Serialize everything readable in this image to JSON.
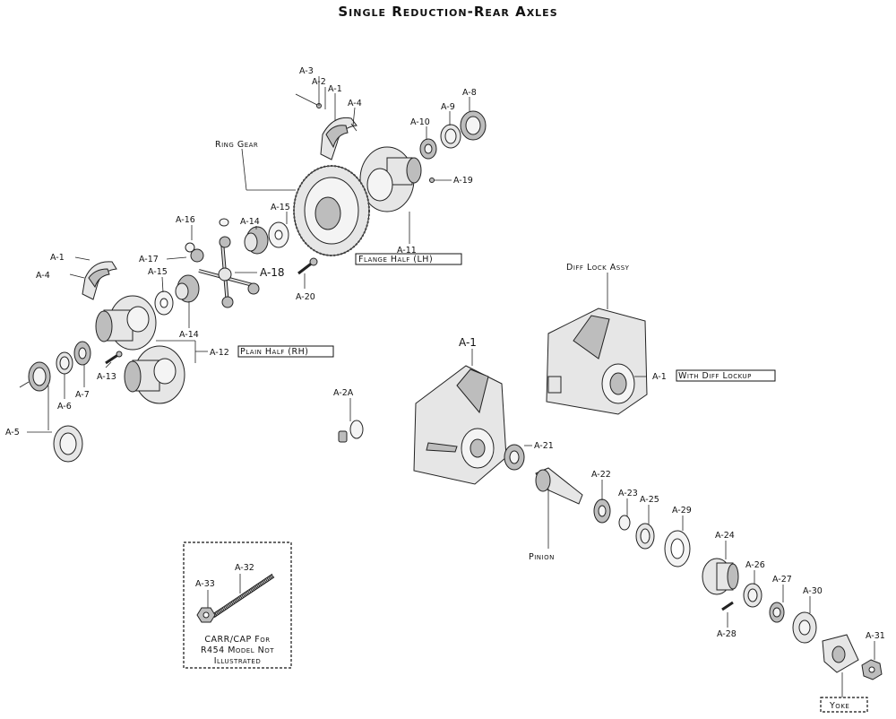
{
  "title": "Single Reduction-Rear Axles",
  "labels": {
    "a3": "A-3",
    "a2": "A-2",
    "a1_top": "A-1",
    "a4_top": "A-4",
    "a8": "A-8",
    "a9": "A-9",
    "a10": "A-10",
    "a19": "A-19",
    "ring_gear": "Ring Gear",
    "a16": "A-16",
    "a14_upper": "A-14",
    "a15_upper": "A-15",
    "a17": "A-17",
    "a18": "A-18",
    "a15_lower": "A-15",
    "a11": "A-11",
    "flange_half": "Flange Half (LH)",
    "a20": "A-20",
    "a1_left": "A-1",
    "a4_left": "A-4",
    "a14_lower": "A-14",
    "a12": "A-12",
    "plain_half": "Plain Half (RH)",
    "a13": "A-13",
    "a7": "A-7",
    "a6": "A-6",
    "a5": "A-5",
    "a2a": "A-2A",
    "diff_lock_assy": "Diff Lock Assy",
    "a1_lockup": "A-1",
    "with_diff_lockup": "With Diff Lockup",
    "a1_carrier": "A-1",
    "a21": "A-21",
    "a22": "A-22",
    "a23": "A-23",
    "a25": "A-25",
    "a29": "A-29",
    "pinion": "Pinion",
    "a24": "A-24",
    "a26": "A-26",
    "a27": "A-27",
    "a30": "A-30",
    "a28": "A-28",
    "a31": "A-31",
    "yoke": "Yoke",
    "a32": "A-32",
    "a33": "A-33"
  },
  "note": {
    "line1": "CARR/CAP For",
    "line2": "R454 Model Not",
    "line3": "Illustrated"
  }
}
